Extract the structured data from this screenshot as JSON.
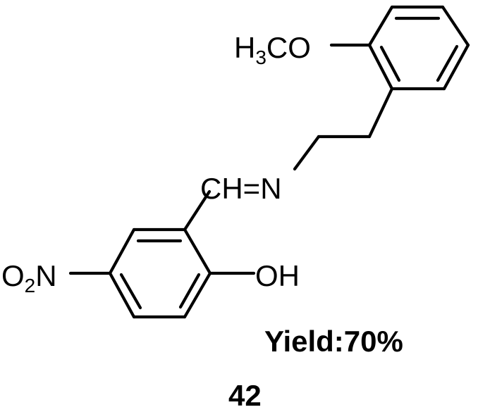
{
  "molecule": {
    "labels": {
      "methoxy_h": "H",
      "methoxy_sub": "3",
      "methoxy_co": "CO",
      "imine_ch": "CH",
      "imine_eq": "=",
      "imine_n": "N",
      "nitro_o": "O",
      "nitro_sub": "2",
      "nitro_n": "N",
      "hydroxyl": "OH"
    }
  },
  "yield": {
    "label": "Yield:70%"
  },
  "compound": {
    "number": "42"
  }
}
